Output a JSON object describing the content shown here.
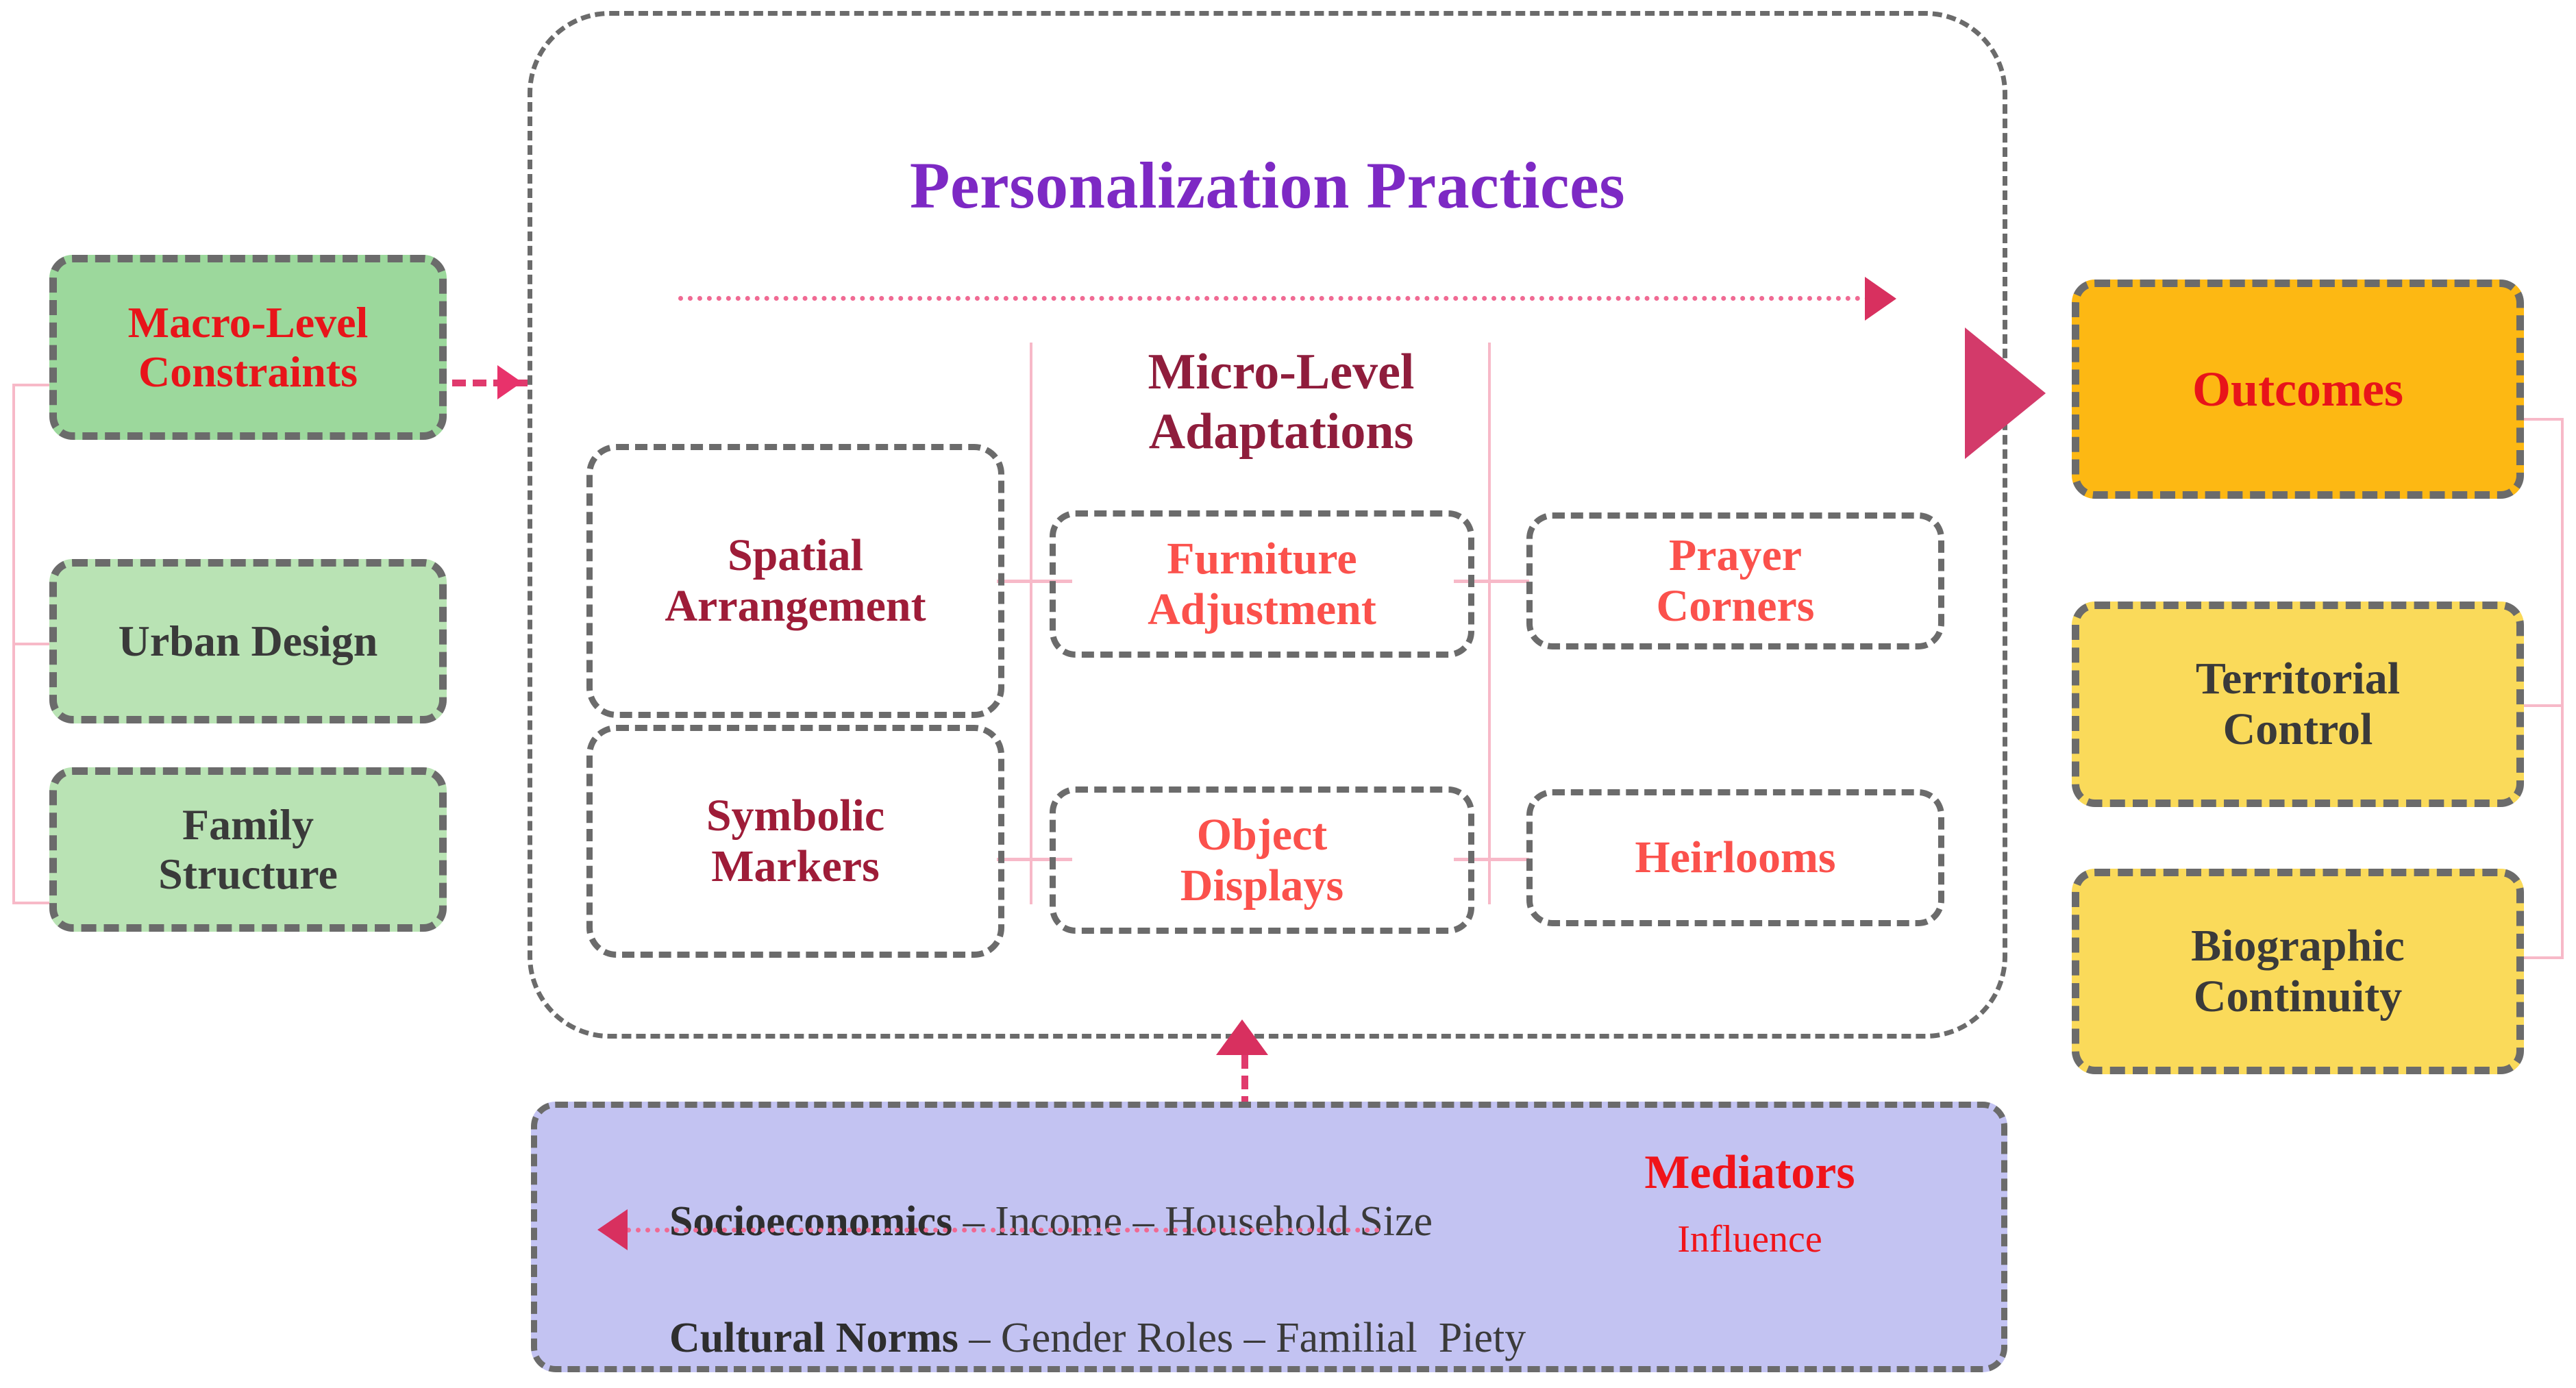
{
  "diagram": {
    "title": "Personalization Practices",
    "title_color": "#7d29c4"
  },
  "left_column": {
    "items": [
      {
        "label": "Macro-Level\nConstraints",
        "fill": "#9cd89c",
        "text_color": "#e8141a"
      },
      {
        "label": "Urban Design",
        "fill": "#b9e3b4",
        "text_color": "#3a3a3a"
      },
      {
        "label": "Family\nStructure",
        "fill": "#b9e3b4",
        "text_color": "#3a3a3a"
      }
    ]
  },
  "center": {
    "micro_label": "Micro-Level\nAdaptations",
    "micro_label_color": "#8f1d3c",
    "primary_nodes": [
      {
        "label": "Spatial\nArrangement",
        "text_color": "#9e1c38"
      },
      {
        "label": "Symbolic\nMarkers",
        "text_color": "#9e1c38"
      }
    ],
    "secondary_nodes": [
      {
        "label": "Furniture\nAdjustment",
        "text_color": "#fb514c"
      },
      {
        "label": "Object\nDisplays",
        "text_color": "#fb514c"
      }
    ],
    "tertiary_nodes": [
      {
        "label": "Prayer\nCorners",
        "text_color": "#fb514c"
      },
      {
        "label": "Heirlooms",
        "text_color": "#fb514c"
      }
    ]
  },
  "right_column": {
    "items": [
      {
        "label": "Outcomes",
        "fill": "#fdb813",
        "text_color": "#e8141a"
      },
      {
        "label": "Territorial\nControl",
        "fill": "#fada5a",
        "text_color": "#3a3a3a"
      },
      {
        "label": "Biographic\nContinuity",
        "fill": "#fada5a",
        "text_color": "#3a3a3a"
      }
    ]
  },
  "mediators": {
    "fill": "#c3c3f2",
    "heading": "Mediators",
    "subheading": "Influence",
    "heading_color": "#f0141a",
    "rows": [
      {
        "bold": "Socioeconomics",
        "rest": " – Income – Household Size"
      },
      {
        "bold": "Cultural Norms",
        "rest": " – Gender Roles – Familial  Piety"
      }
    ]
  },
  "arrows": {
    "macro_to_practices": "dashed-arrow-right",
    "practices_to_outcomes": "solid-triangle-right",
    "mediators_to_practices": "dashed-arrow-up",
    "practices_flow": "dotted-arrow-right",
    "mediators_internal": "dotted-arrow-left",
    "color": "#d8305f"
  }
}
